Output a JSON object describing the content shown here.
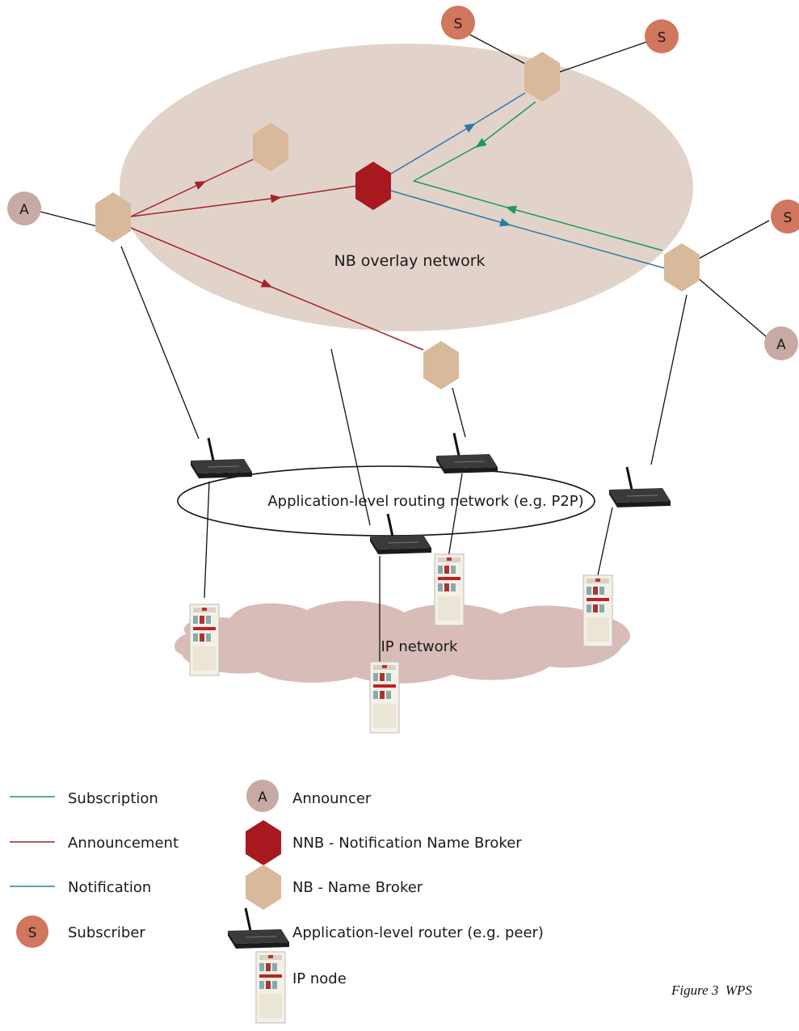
{
  "diagram": {
    "overlay_label": "NB overlay network",
    "routing_label": "Application-level routing network (e.g. P2P)",
    "ip_label": "IP network",
    "subscriber_letter": "S",
    "announcer_letter": "A",
    "caption": "Figure 3  WPS"
  },
  "colors": {
    "subscription": "#1a9a5c",
    "announcement": "#a3242a",
    "notification": "#2a7aa8",
    "nnb": "#a8191f",
    "nb": "#d9b99b",
    "subscriber": "#d1765f",
    "announcer": "#c8aaa5",
    "overlay_fill": "#e2d3ca",
    "ip_cloud": "#d8bcb8"
  },
  "legend": {
    "subscription": "Subscription",
    "announcement": "Announcement",
    "notification": "Notification",
    "subscriber": "Subscriber",
    "announcer": "Announcer",
    "nnb": "NNB - Notification Name Broker",
    "nb": "NB - Name Broker",
    "router": "Application-level router (e.g. peer)",
    "ip_node": "IP node"
  }
}
